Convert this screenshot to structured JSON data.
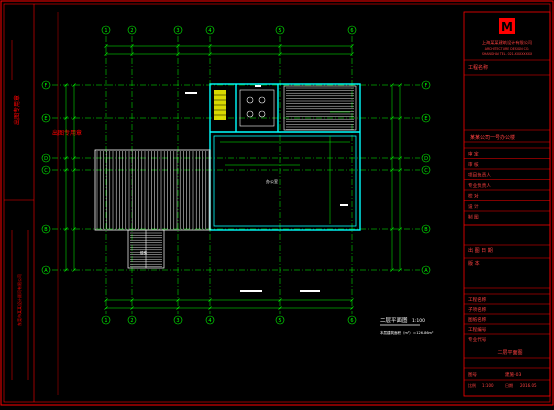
{
  "drawing": {
    "grid_labels_top": [
      "1",
      "2",
      "3",
      "4",
      "5",
      "6"
    ],
    "grid_labels_left": [
      "F",
      "E",
      "D",
      "C",
      "B",
      "A"
    ],
    "room_label_center": "办公室",
    "room_label_left": "楼梯",
    "plan_title": "二层平面图",
    "plan_scale": "1:100",
    "plan_note": "本层建筑面积（m²）＝126.86m²",
    "left_margin_text": "东莞市某某设计顾问有限公司",
    "left_stamp": "出图专用章"
  },
  "title_block": {
    "logo_glyph": "M",
    "company_line1": "上海某某建筑设计有限公司",
    "company_line2": "ARCHITECTURE  DESIGN CO.",
    "company_line3": "SHANGHAI   TEL. 021-XXXXXXXX",
    "project_label": "工程名称",
    "project_name": "某某公司一号办公楼",
    "rows_upper": [
      "审 定",
      "审 核",
      "项目负责人",
      "专业负责人",
      "校 对",
      "设 计",
      "制 图"
    ],
    "rows_mid": [
      "出 图 日 期",
      "版 本"
    ],
    "rows_lower": [
      "工程名称",
      "子项名称",
      "图纸名称",
      "工程编号",
      "专业代号"
    ],
    "drawing_name": "二层平面图",
    "sheet_number_label": "图号",
    "sheet_number": "建施-03",
    "date_label": "日期",
    "date_value": "2016.05",
    "scale_label": "比例",
    "scale_value": "1:100"
  },
  "colors": {
    "background": "#000000",
    "frame": "#ff0000",
    "grid_axis": "#00ff00",
    "walls": "#00ffff",
    "text": "#ffffff",
    "furniture": "#ffff00",
    "hatch": "#ffffff",
    "dimensions": "#00ff00"
  }
}
